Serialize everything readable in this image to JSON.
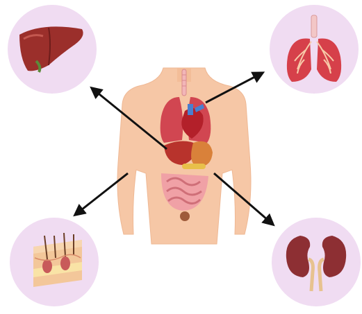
{
  "diagram": {
    "center": {
      "label": "human-torso-with-internal-organs"
    },
    "organs": [
      {
        "id": "liver",
        "icon": "liver-icon"
      },
      {
        "id": "lungs",
        "icon": "lungs-icon"
      },
      {
        "id": "skin",
        "icon": "skin-layers-icon"
      },
      {
        "id": "kidneys",
        "icon": "kidneys-icon"
      }
    ],
    "colors": {
      "circle_bg": "#f0dcf2",
      "skin_body": "#f6c7a6",
      "liver": "#9b2f2b",
      "lung": "#d6404a",
      "kidney": "#8d2f33",
      "arrow": "#111111"
    }
  }
}
